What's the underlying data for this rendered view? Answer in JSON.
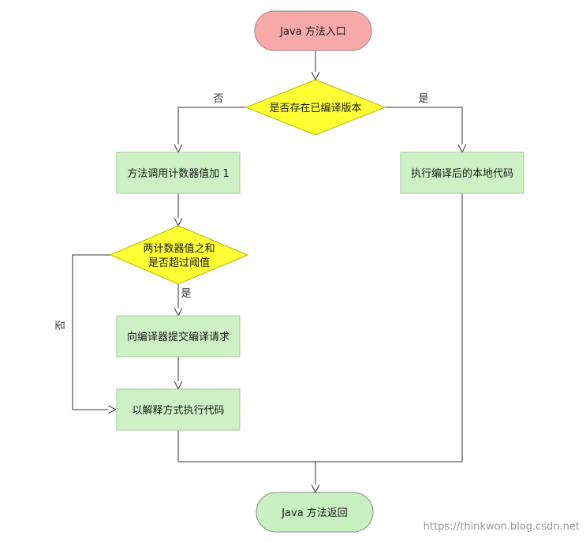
{
  "colors": {
    "terminal_start": "#f8a9a9",
    "terminal_end": "#c9f0c1",
    "terminal_stroke": "#888888",
    "process_fill": "#cdf0c4",
    "process_stroke": "#a8c8a0",
    "decision_fill": "#ffff33",
    "decision_stroke": "#b8b800",
    "line": "#333333"
  },
  "nodes": {
    "start": "Java 方法入口",
    "compiled_check": "是否存在已编译版本",
    "counter_increment": "方法调用计数器值加 1",
    "execute_compiled": "执行编译后的本地代码",
    "threshold_check_line1": "两计数器值之和",
    "threshold_check_line2": "是否超过阈值",
    "submit_compile": "向编译器提交编译请求",
    "interpret": "以解释方式执行代码",
    "end": "Java 方法返回"
  },
  "edge_labels": {
    "compiled_no": "否",
    "compiled_yes": "是",
    "threshold_yes": "是",
    "threshold_no": "否"
  },
  "watermark": "https://thinkwon.blog.csdn.net"
}
